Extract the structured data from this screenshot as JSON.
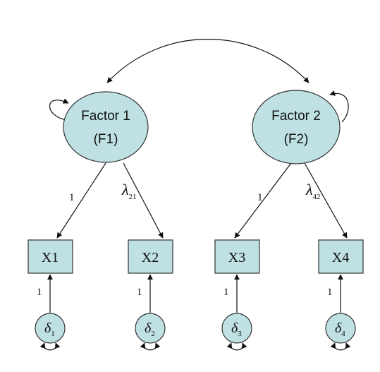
{
  "factors": [
    {
      "line1": "Factor 1",
      "line2": "(F1)"
    },
    {
      "line1": "Factor 2",
      "line2": "(F2)"
    }
  ],
  "indicators": [
    "X1",
    "X2",
    "X3",
    "X4"
  ],
  "loadings": {
    "fixed_1": "1",
    "fixed_2": "1",
    "lambda_symbol": "λ",
    "lambda_21_sub": "21",
    "lambda_42_sub": "42"
  },
  "errors": [
    {
      "symbol": "δ",
      "sub": "1",
      "path_label": "1"
    },
    {
      "symbol": "δ",
      "sub": "2",
      "path_label": "1"
    },
    {
      "symbol": "δ",
      "sub": "3",
      "path_label": "1"
    },
    {
      "symbol": "δ",
      "sub": "4",
      "path_label": "1"
    }
  ],
  "colors": {
    "node_fill": "#bfe1e3",
    "stroke": "#333333"
  }
}
